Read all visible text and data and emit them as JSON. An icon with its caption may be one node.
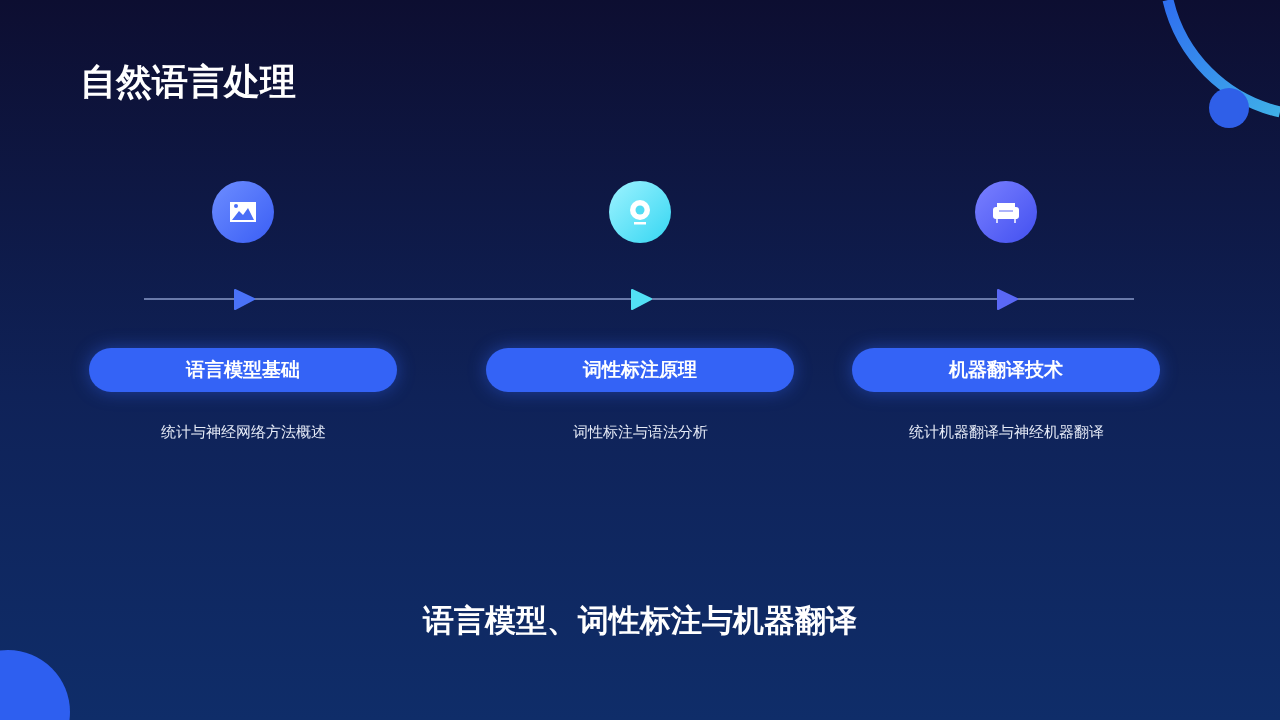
{
  "diagram": {
    "title": "自然语言处理",
    "caption": "语言模型、词性标注与机器翻译",
    "nodes": [
      {
        "text": [
          "语言模型基础"
        ],
        "beside": [
          "统计与神经网络方法概述"
        ]
      },
      {
        "text": [
          "词性标注原理"
        ],
        "beside": [
          "词性标注与语法分析"
        ]
      },
      {
        "text": [
          "机器翻译技术"
        ],
        "beside": [
          "统计机器翻译与神经机器翻译"
        ]
      }
    ]
  }
}
